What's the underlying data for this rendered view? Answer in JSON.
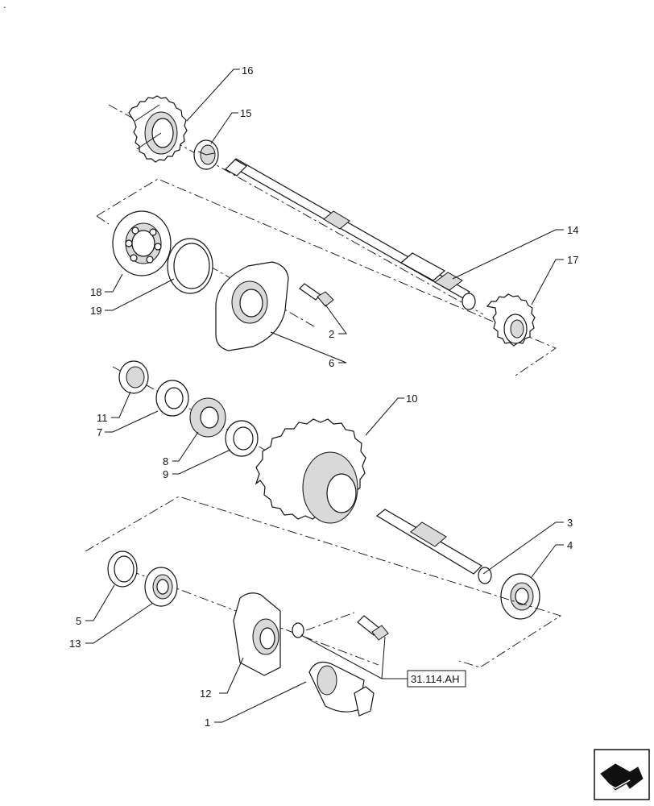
{
  "diagram": {
    "callouts": [
      {
        "id": "c1",
        "text": "1"
      },
      {
        "id": "c2",
        "text": "2"
      },
      {
        "id": "c3",
        "text": "3"
      },
      {
        "id": "c4",
        "text": "4"
      },
      {
        "id": "c5",
        "text": "5"
      },
      {
        "id": "c6",
        "text": "6"
      },
      {
        "id": "c7",
        "text": "7"
      },
      {
        "id": "c8",
        "text": "8"
      },
      {
        "id": "c9",
        "text": "9"
      },
      {
        "id": "c10",
        "text": "10"
      },
      {
        "id": "c11",
        "text": "11"
      },
      {
        "id": "c12",
        "text": "12"
      },
      {
        "id": "c13",
        "text": "13"
      },
      {
        "id": "c14",
        "text": "14"
      },
      {
        "id": "c15",
        "text": "15"
      },
      {
        "id": "c16",
        "text": "16"
      },
      {
        "id": "c17",
        "text": "17"
      },
      {
        "id": "c18",
        "text": "18"
      },
      {
        "id": "c19",
        "text": "19"
      }
    ],
    "reference_box": "31.114.AH",
    "corner_mark": ".",
    "nav_icon": "next-page-arrow-icon",
    "line_color": "#111111",
    "shade_color": "#d9d9d9"
  }
}
